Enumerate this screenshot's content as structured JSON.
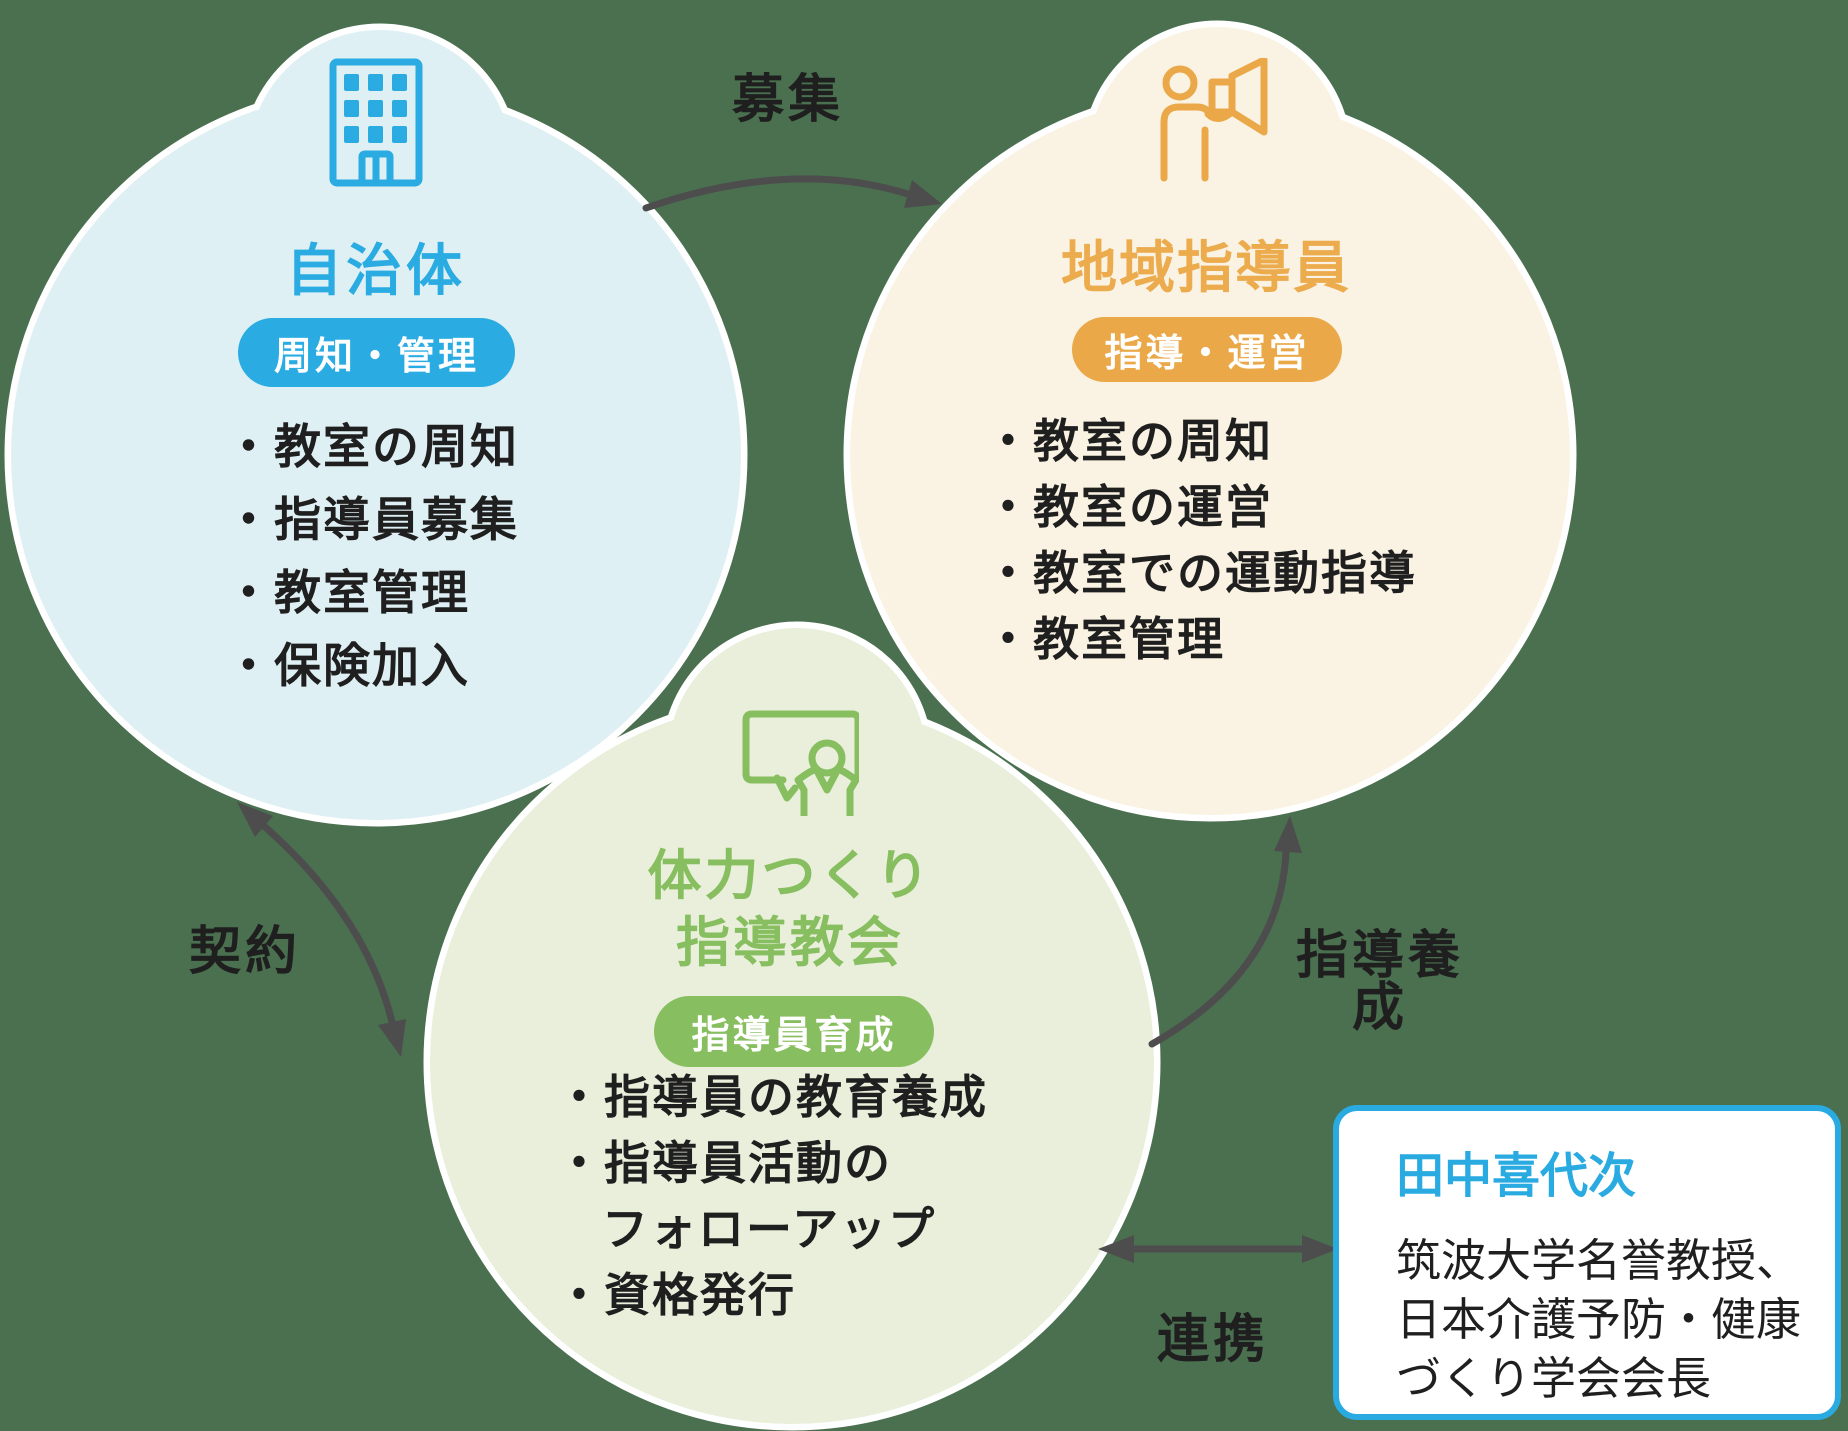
{
  "colors": {
    "background": "#4a7050",
    "blue_accent": "#2aace3",
    "blue_fill": "#dff0f4",
    "orange_accent": "#ecab4d",
    "orange_fill": "#faf3e3",
    "green_accent": "#87be5f",
    "green_fill": "#e9efdb",
    "arrow": "#4d4d4d",
    "text": "#1f1f1f",
    "box_border": "#29abe2",
    "outline": "#ffffff"
  },
  "groups": {
    "municipality": {
      "icon": "building-icon",
      "title": "自治体",
      "badge": "周知・管理",
      "items": [
        "・教室の周知",
        "・指導員募集",
        "・教室管理",
        "・保険加入"
      ]
    },
    "instructors": {
      "icon": "megaphone-person-icon",
      "title": "地域指導員",
      "badge": "指導・運営",
      "items": [
        "・教室の周知",
        "・教室の運営",
        "・教室での運動指導",
        "・教室管理"
      ]
    },
    "association": {
      "icon": "presenter-icon",
      "title_lines": [
        "体力つくり",
        "指導教会"
      ],
      "badge": "指導員育成",
      "items": [
        "・指導員の教育養成",
        "・指導員活動の",
        "フォローアップ",
        "・資格発行"
      ]
    }
  },
  "arrow_labels": {
    "recruitment": "募集",
    "contract": "契約",
    "instructor_training": "指導養成",
    "cooperation": "連携"
  },
  "partner_box": {
    "name": "田中喜代次",
    "description_lines": [
      "筑波大学名誉教授、",
      "日本介護予防・健康",
      "づくり学会会長"
    ]
  }
}
